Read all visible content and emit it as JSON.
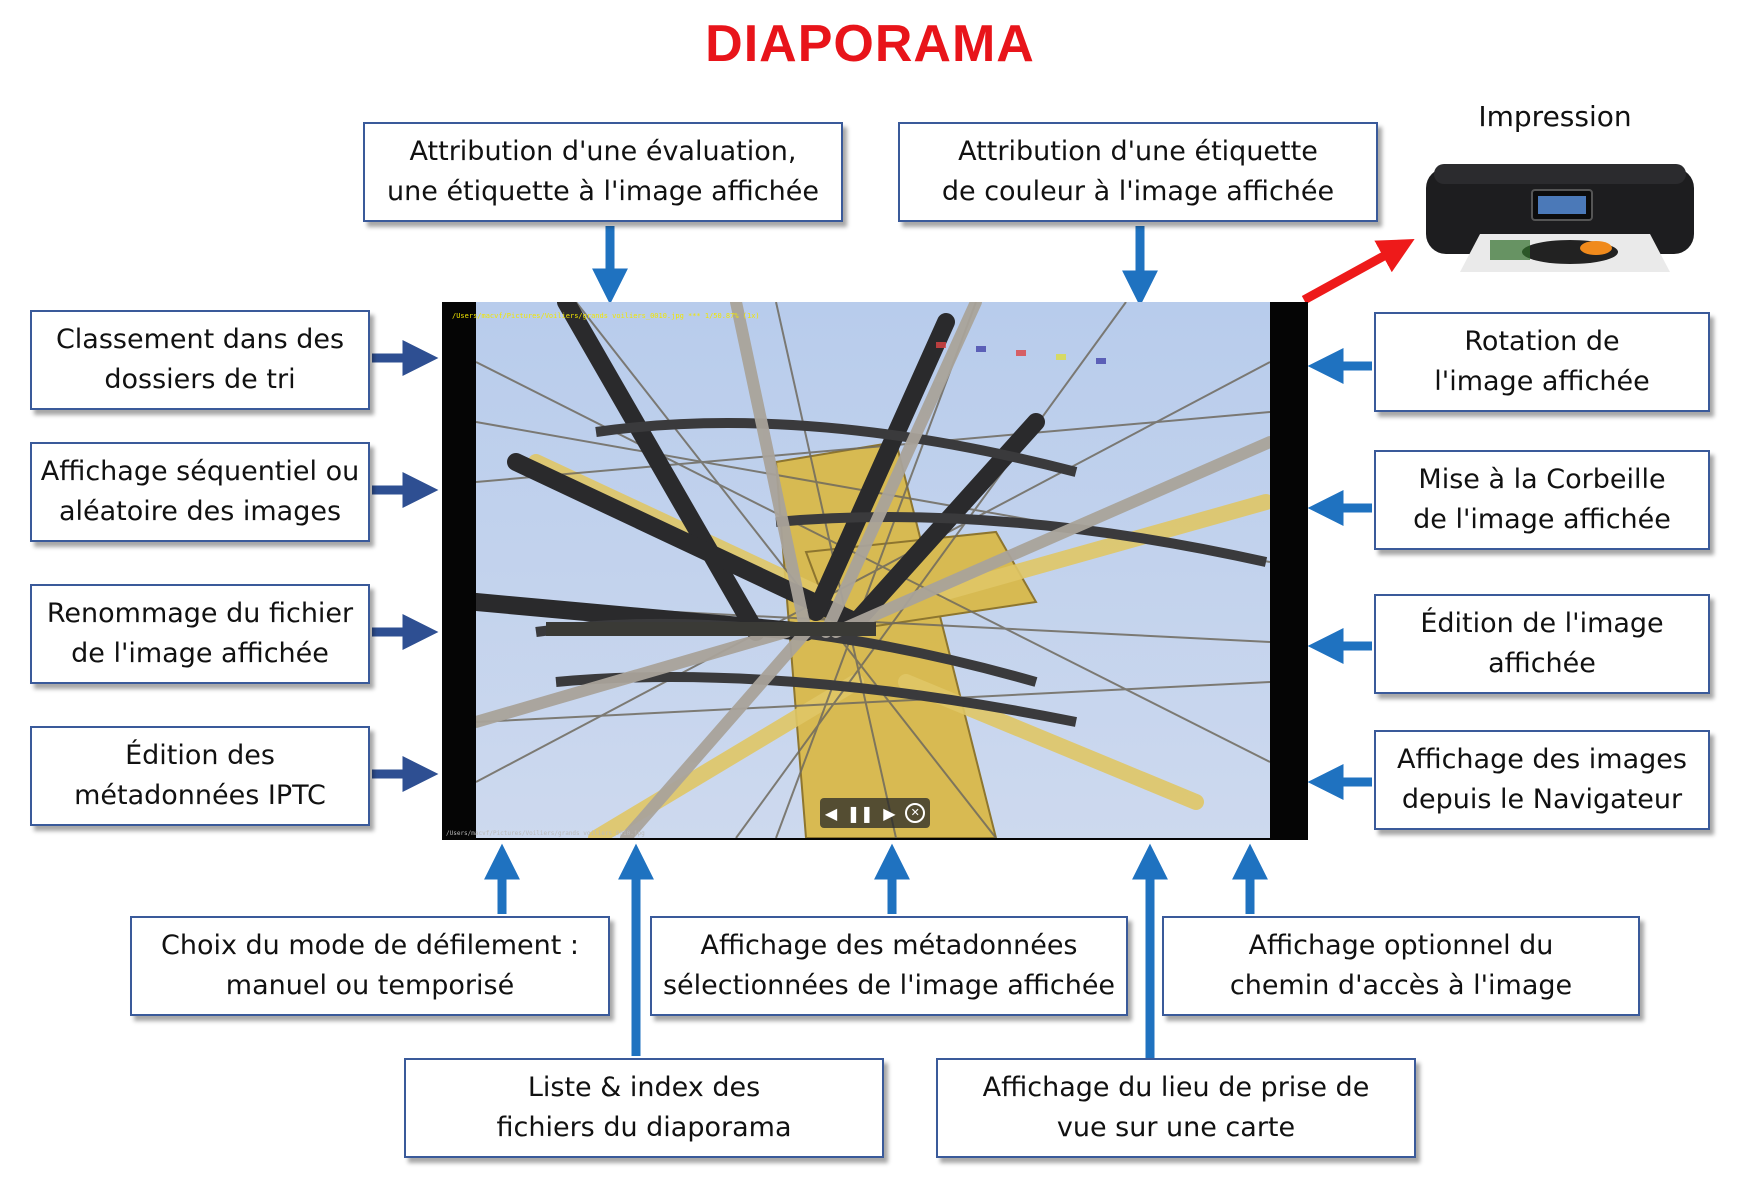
{
  "title": "DIAPORAMA",
  "colors": {
    "title": "#e8141a",
    "arrows": "#1f72c0",
    "print_arrow": "#ee1a1a",
    "box_border": "#3a5a9a"
  },
  "impression_label": "Impression",
  "slideshow": {
    "path_top": "/Users/macvf/Pictures/Voiliers/grands voiliers_0010.jpg  ***  1/50.87% (1x)",
    "path_bottom": "/Users/macvf/Pictures/Voiliers/grands voiliers_0010.jpg",
    "controls": {
      "prev": "prev-icon",
      "pause": "pause-icon",
      "next": "next-icon",
      "close": "close-icon"
    }
  },
  "boxes": {
    "top_left": "Attribution d'une évaluation,\nune étiquette à l'image affichée",
    "top_right": "Attribution d'une étiquette\nde couleur à l'image affichée",
    "left_1": "Classement dans des\ndossiers de tri",
    "left_2": "Affichage séquentiel ou\naléatoire des images",
    "left_3": "Renommage du fichier\nde l'image affichée",
    "left_4": "Édition des\nmétadonnées IPTC",
    "right_1": "Rotation de\nl'image affichée",
    "right_2": "Mise à la Corbeille\nde l'image affichée",
    "right_3": "Édition de l'image\naffichée",
    "right_4": "Affichage des images\ndepuis le Navigateur",
    "bottom_1": "Choix du mode de défilement :\nmanuel ou temporisé",
    "bottom_2": "Affichage des métadonnées\nsélectionnées de l'image affichée",
    "bottom_3": "Affichage optionnel du\nchemin d'accès  à l'image",
    "bottom_4": "Liste & index des\nfichiers du diaporama",
    "bottom_5": "Affichage du lieu de prise de\nvue sur une carte"
  }
}
